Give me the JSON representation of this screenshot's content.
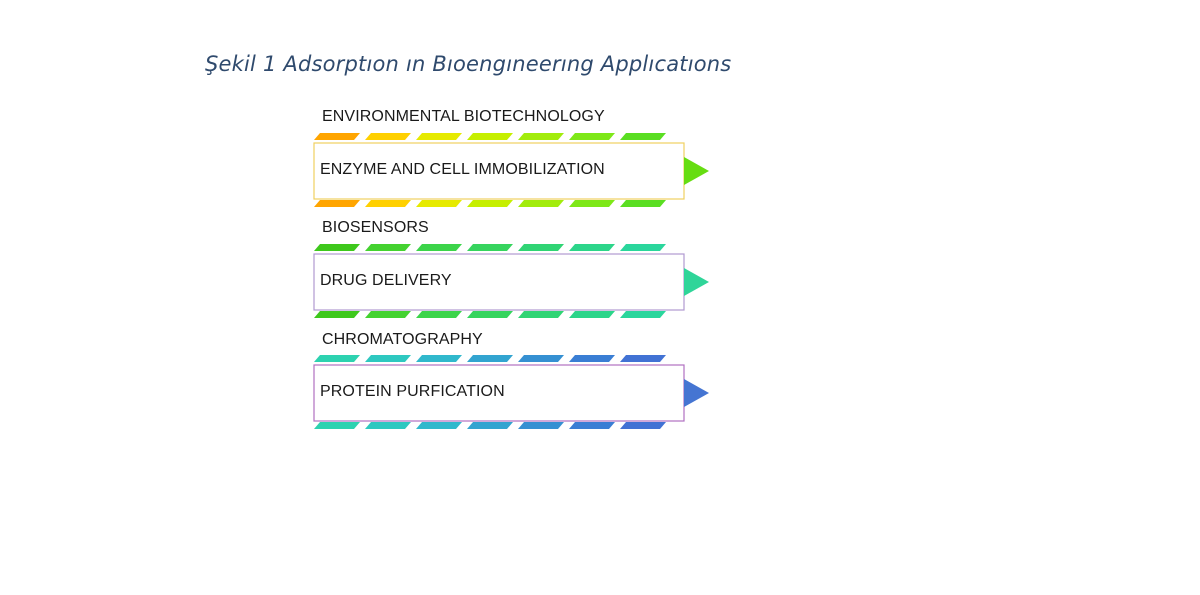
{
  "caption": "Şekil 1 Adsorptıon ın Bıoengıneerıng Applıcatıons",
  "rows": [
    {
      "category": "ENVIRONMENTAL BIOTECHNOLOGY",
      "label": "ENZYME AND CELL IMMOBILIZATION",
      "stripe_colors": [
        "#ffa500",
        "#ffd000",
        "#e6ea00",
        "#c6ef00",
        "#a2ec0c",
        "#7ee818",
        "#5ade22"
      ],
      "border_color": "#f0d060",
      "arrow_color": "#66dd11"
    },
    {
      "category": "BIOSENSORS",
      "label": "DRUG DELIVERY",
      "stripe_colors": [
        "#3ec81c",
        "#44d230",
        "#3cd44a",
        "#36d45e",
        "#30d474",
        "#2cd58a",
        "#2ad69c"
      ],
      "border_color": "#b09ad0",
      "arrow_color": "#2fd599"
    },
    {
      "category": "CHROMATOGRAPHY",
      "label": "PROTEIN PURFICATION",
      "stripe_colors": [
        "#2dd2b0",
        "#2ec8c0",
        "#30b8cc",
        "#32a4d0",
        "#3590d2",
        "#3a7ed4",
        "#4172d4"
      ],
      "border_color": "#b070c0",
      "arrow_color": "#4575d2"
    }
  ]
}
